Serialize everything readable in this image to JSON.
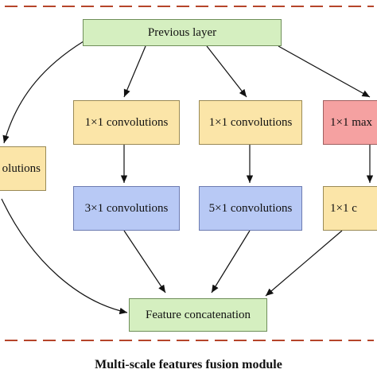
{
  "nodes": {
    "previous_layer": "Previous layer",
    "left_conv": "olutions",
    "conv1x1_a": "1×1 convolutions",
    "conv1x1_b": "1×1 convolutions",
    "maxpool": "1×1 max",
    "conv3x1": "3×1 convolutions",
    "conv5x1": "5×1 convolutions",
    "conv1x1_c": "1×1 c",
    "feature_concat": "Feature concatenation"
  },
  "caption": "Multi-scale features fusion module",
  "colors": {
    "green": "#d5efc0",
    "yellow": "#fbe5a8",
    "blue": "#b8c9f5",
    "red": "#f5a1a1",
    "dash": "#b5452a"
  }
}
